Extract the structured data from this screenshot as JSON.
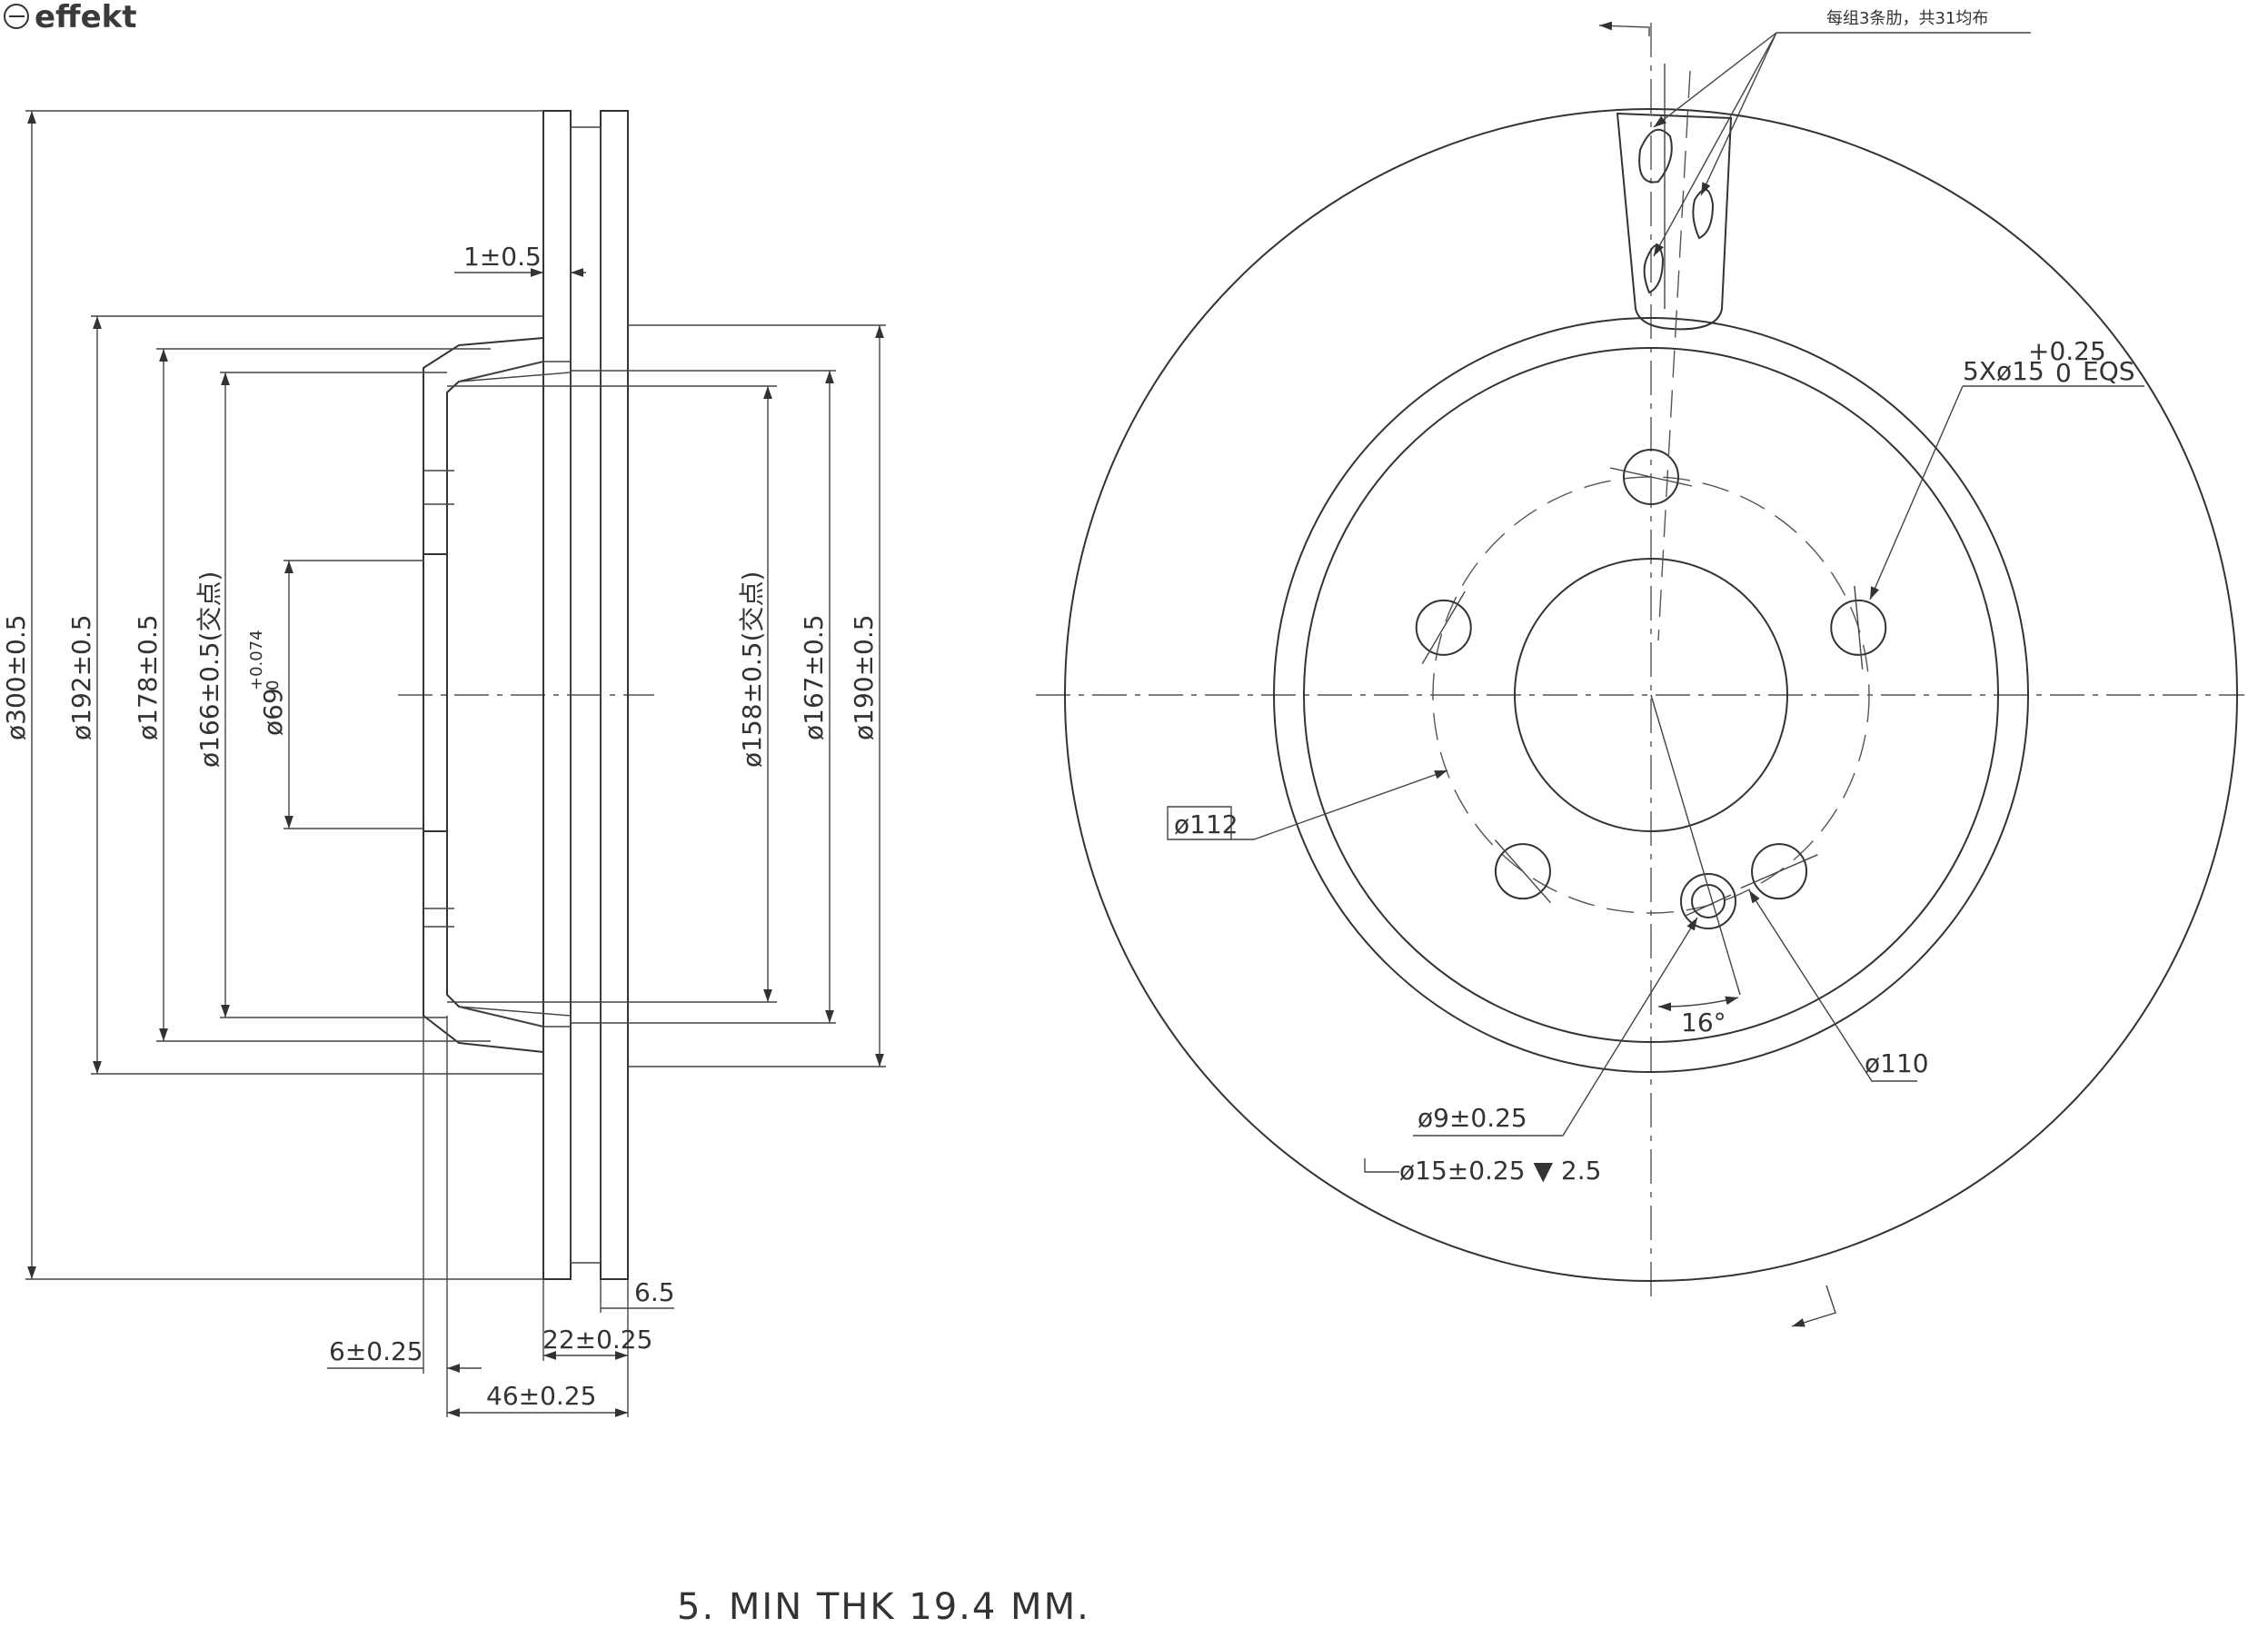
{
  "brand": {
    "name": "effekt"
  },
  "section_view": {
    "dims": {
      "d300": "ø300±0.5",
      "d192": "ø192±0.5",
      "d178": "ø178±0.5",
      "d166": "ø166±0.5(交点)",
      "d69": "ø69",
      "d69_upper": "+0.074",
      "d69_lower": "0",
      "d158": "ø158±0.5(交点)",
      "d167": "ø167±0.5",
      "d190": "ø190±0.5",
      "runout": "1±0.5",
      "flange": "6±0.25",
      "thickness": "22±0.25",
      "vane": "6.5",
      "height": "46±0.25"
    }
  },
  "front_view": {
    "ribs_note": "每组3条肋，共31均布",
    "bolt_holes": "5Xø15",
    "bolt_upper": "+0.25",
    "bolt_lower": "0",
    "bolt_suffix": "EQS",
    "pcd": "ø112",
    "pilot": "ø110",
    "pin_hole": "ø9±0.25",
    "counterbore": "ø15±0.25 ▼ 2.5",
    "angle": "16°",
    "bolt_count": 5
  },
  "note": "5. MIN THK 19.4 MM."
}
